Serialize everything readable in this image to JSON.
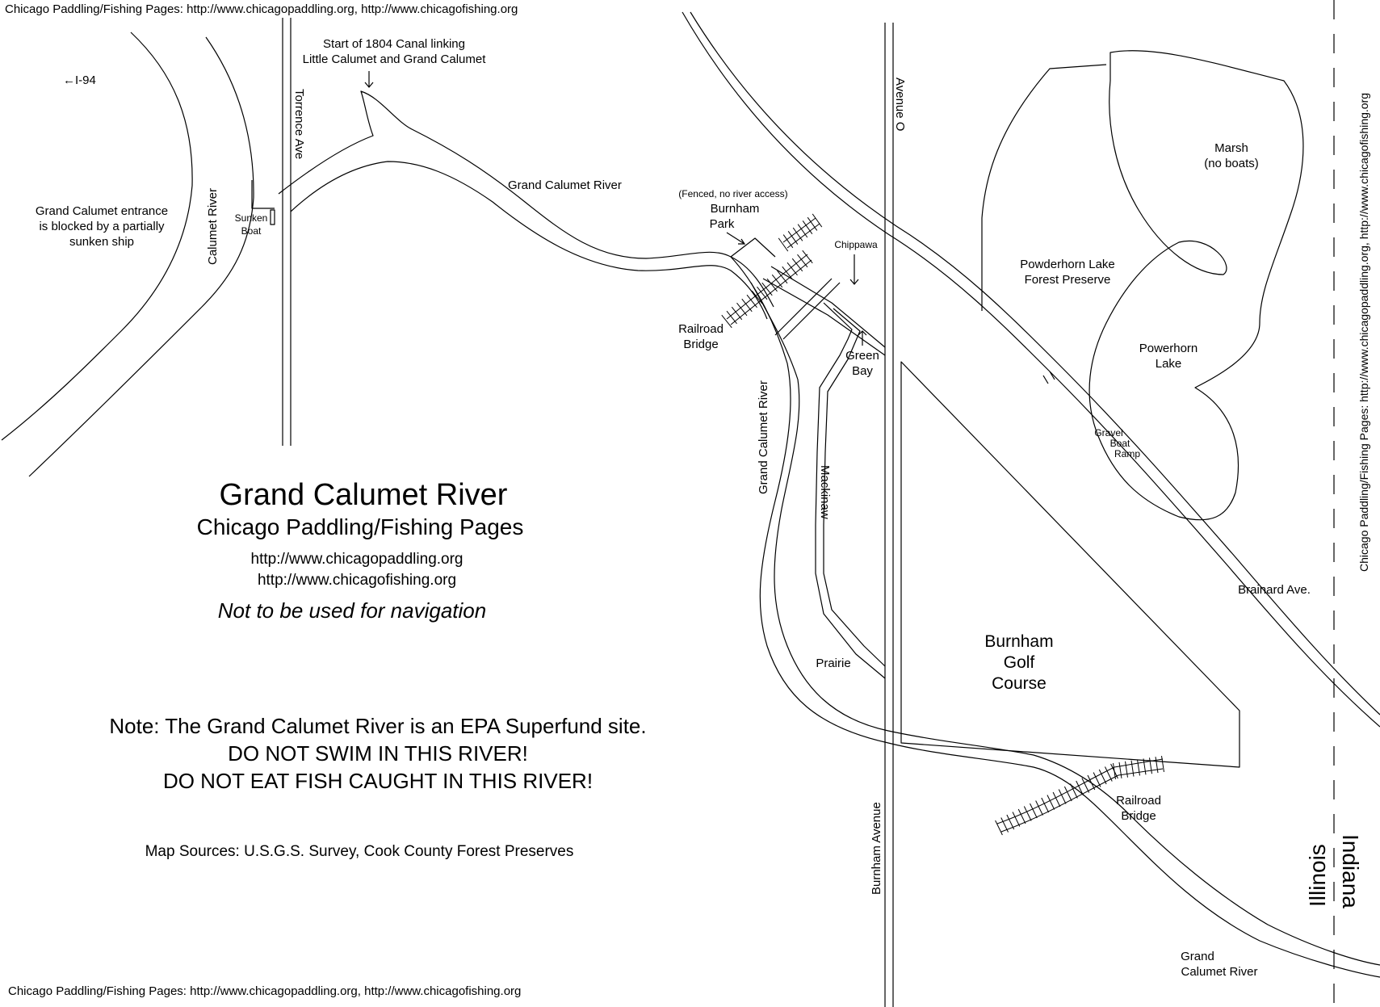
{
  "header_credit": "Chicago Paddling/Fishing Pages: http://www.chicagopaddling.org, http://www.chicagofishing.org",
  "footer_credit": "Chicago Paddling/Fishing Pages: http://www.chicagopaddling.org, http://www.chicagofishing.org",
  "side_credit": "Chicago Paddling/Fishing Pages: http://www.chicagopaddling.org, http://www.chicagofishing.org",
  "title": "Grand Calumet River",
  "subtitle": "Chicago Paddling/Fishing Pages",
  "url1": "http://www.chicagopaddling.org",
  "url2": "http://www.chicagofishing.org",
  "disclaimer": "Not to be used for navigation",
  "note_line1": "Note: The Grand Calumet River is an EPA Superfund site.",
  "note_line2": "DO NOT SWIM IN THIS RIVER!",
  "note_line3": "DO NOT EAT FISH CAUGHT IN THIS RIVER!",
  "sources": "Map Sources: U.S.G.S. Survey, Cook County Forest Preserves",
  "labels": {
    "i94": "←I-94",
    "canal_1": "Start of 1804 Canal linking",
    "canal_2": "Little Calumet and Grand Calumet",
    "torrence": "Torrence Ave",
    "calumet_river": "Calumet River",
    "sunken_1": "Sunken",
    "sunken_2": "Boat",
    "entrance_1": "Grand Calumet entrance",
    "entrance_2": "is blocked by a partially",
    "entrance_3": "sunken ship",
    "grand_calumet_top": "Grand Calumet River",
    "fenced": "(Fenced, no river access)",
    "burnham_park_1": "Burnham",
    "burnham_park_2": "Park",
    "chippawa": "Chippawa",
    "avenue_o": "Avenue O",
    "railroad_1a": "Railroad",
    "railroad_1b": "Bridge",
    "green_bay_1": "Green",
    "green_bay_2": "Bay",
    "grand_calumet_mid": "Grand Calumet River",
    "mackinaw": "Mackinaw",
    "prairie": "Prairie",
    "burnham_ave": "Burnham Avenue",
    "marsh_1": "Marsh",
    "marsh_2": "(no boats)",
    "powderhorn_fp_1": "Powderhorn Lake",
    "powderhorn_fp_2": "Forest Preserve",
    "powerhorn_lake_1": "Powerhorn",
    "powerhorn_lake_2": "Lake",
    "gravel_1": "Gravel",
    "gravel_2": "Boat",
    "gravel_3": "Ramp",
    "brainard": "Brainard Ave.",
    "golf_1": "Burnham",
    "golf_2": "Golf",
    "golf_3": "Course",
    "railroad_2a": "Railroad",
    "railroad_2b": "Bridge",
    "illinois": "Illinois",
    "indiana": "Indiana",
    "grand_calumet_bottom_1": "Grand",
    "grand_calumet_bottom_2": "Calumet River"
  }
}
